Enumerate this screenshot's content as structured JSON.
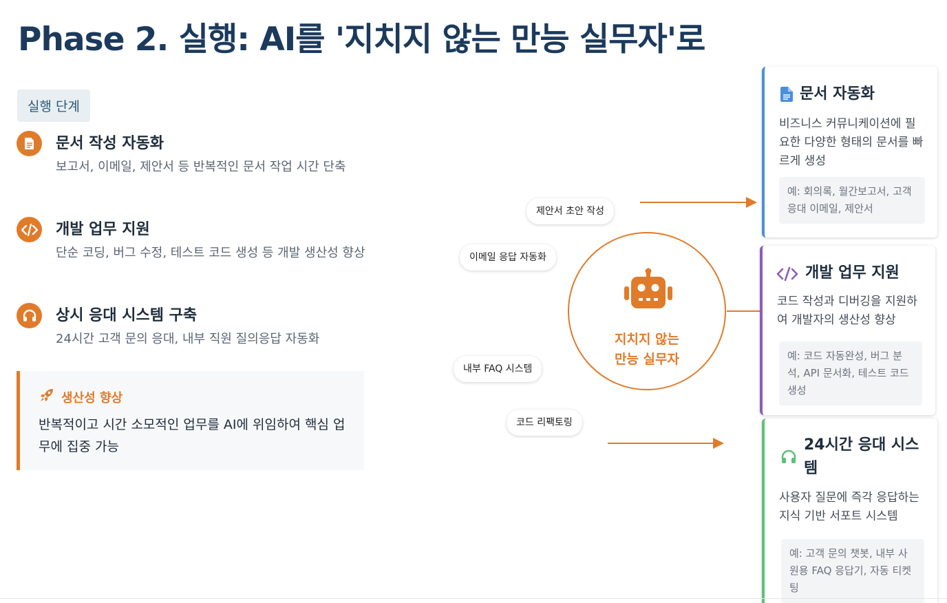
{
  "title": "Phase 2. 실행: AI를 '지치지 않는 만능 실무자'로",
  "stage_badge": "실행 단계",
  "steps": [
    {
      "icon": "document-icon",
      "title": "문서 작성 자동화",
      "desc": "보고서, 이메일, 제안서 등 반복적인 문서 작업 시간 단축"
    },
    {
      "icon": "code-icon",
      "title": "개발 업무 지원",
      "desc": "단순 코딩, 버그 수정, 테스트 코드 생성 등 개발 생산성 향상"
    },
    {
      "icon": "headset-icon",
      "title": "상시 응대 시스템 구축",
      "desc": "24시간 고객 문의 응대, 내부 직원 질의응답 자동화"
    }
  ],
  "callout": {
    "icon": "rocket-icon",
    "heading": "생산성 향상",
    "body": "반복적이고 시간 소모적인 업무를 AI에 위임하여 핵심 업무에 집중 가능"
  },
  "diagram": {
    "hub": {
      "icon": "robot-icon",
      "label_line1": "지치지 않는",
      "label_line2": "만능 실무자"
    },
    "tasks": [
      "제안서 초안 작성",
      "이메일 응답 자동화",
      "내부 FAQ 시스템",
      "코드 리팩토링"
    ]
  },
  "cards": [
    {
      "icon": "file-icon",
      "title": "문서 자동화",
      "desc": "비즈니스 커뮤니케이션에 필요한 다양한 형태의 문서를 빠르게 생성",
      "example": "예: 회의록, 월간보고서, 고객 응대 이메일, 제안서"
    },
    {
      "icon": "code-icon",
      "title": "개발 업무 지원",
      "desc": "코드 작성과 디버깅을 지원하여 개발자의 생산성 향상",
      "example": "예: 코드 자동완성, 버그 분석, API 문서화, 테스트 코드 생성"
    },
    {
      "icon": "headset-icon",
      "title": "24시간 응대 시스템",
      "desc": "사용자 질문에 즉각 응답하는 지식 기반 서포트 시스템",
      "example": "예: 고객 문의 챗봇, 내부 사원용 FAQ 응답기, 자동 티켓팅"
    }
  ],
  "colors": {
    "accent": "#e07b2a",
    "title": "#1b3a5c",
    "doc": "#4a90d9",
    "dev": "#8e5cb8",
    "support": "#5cc177"
  }
}
